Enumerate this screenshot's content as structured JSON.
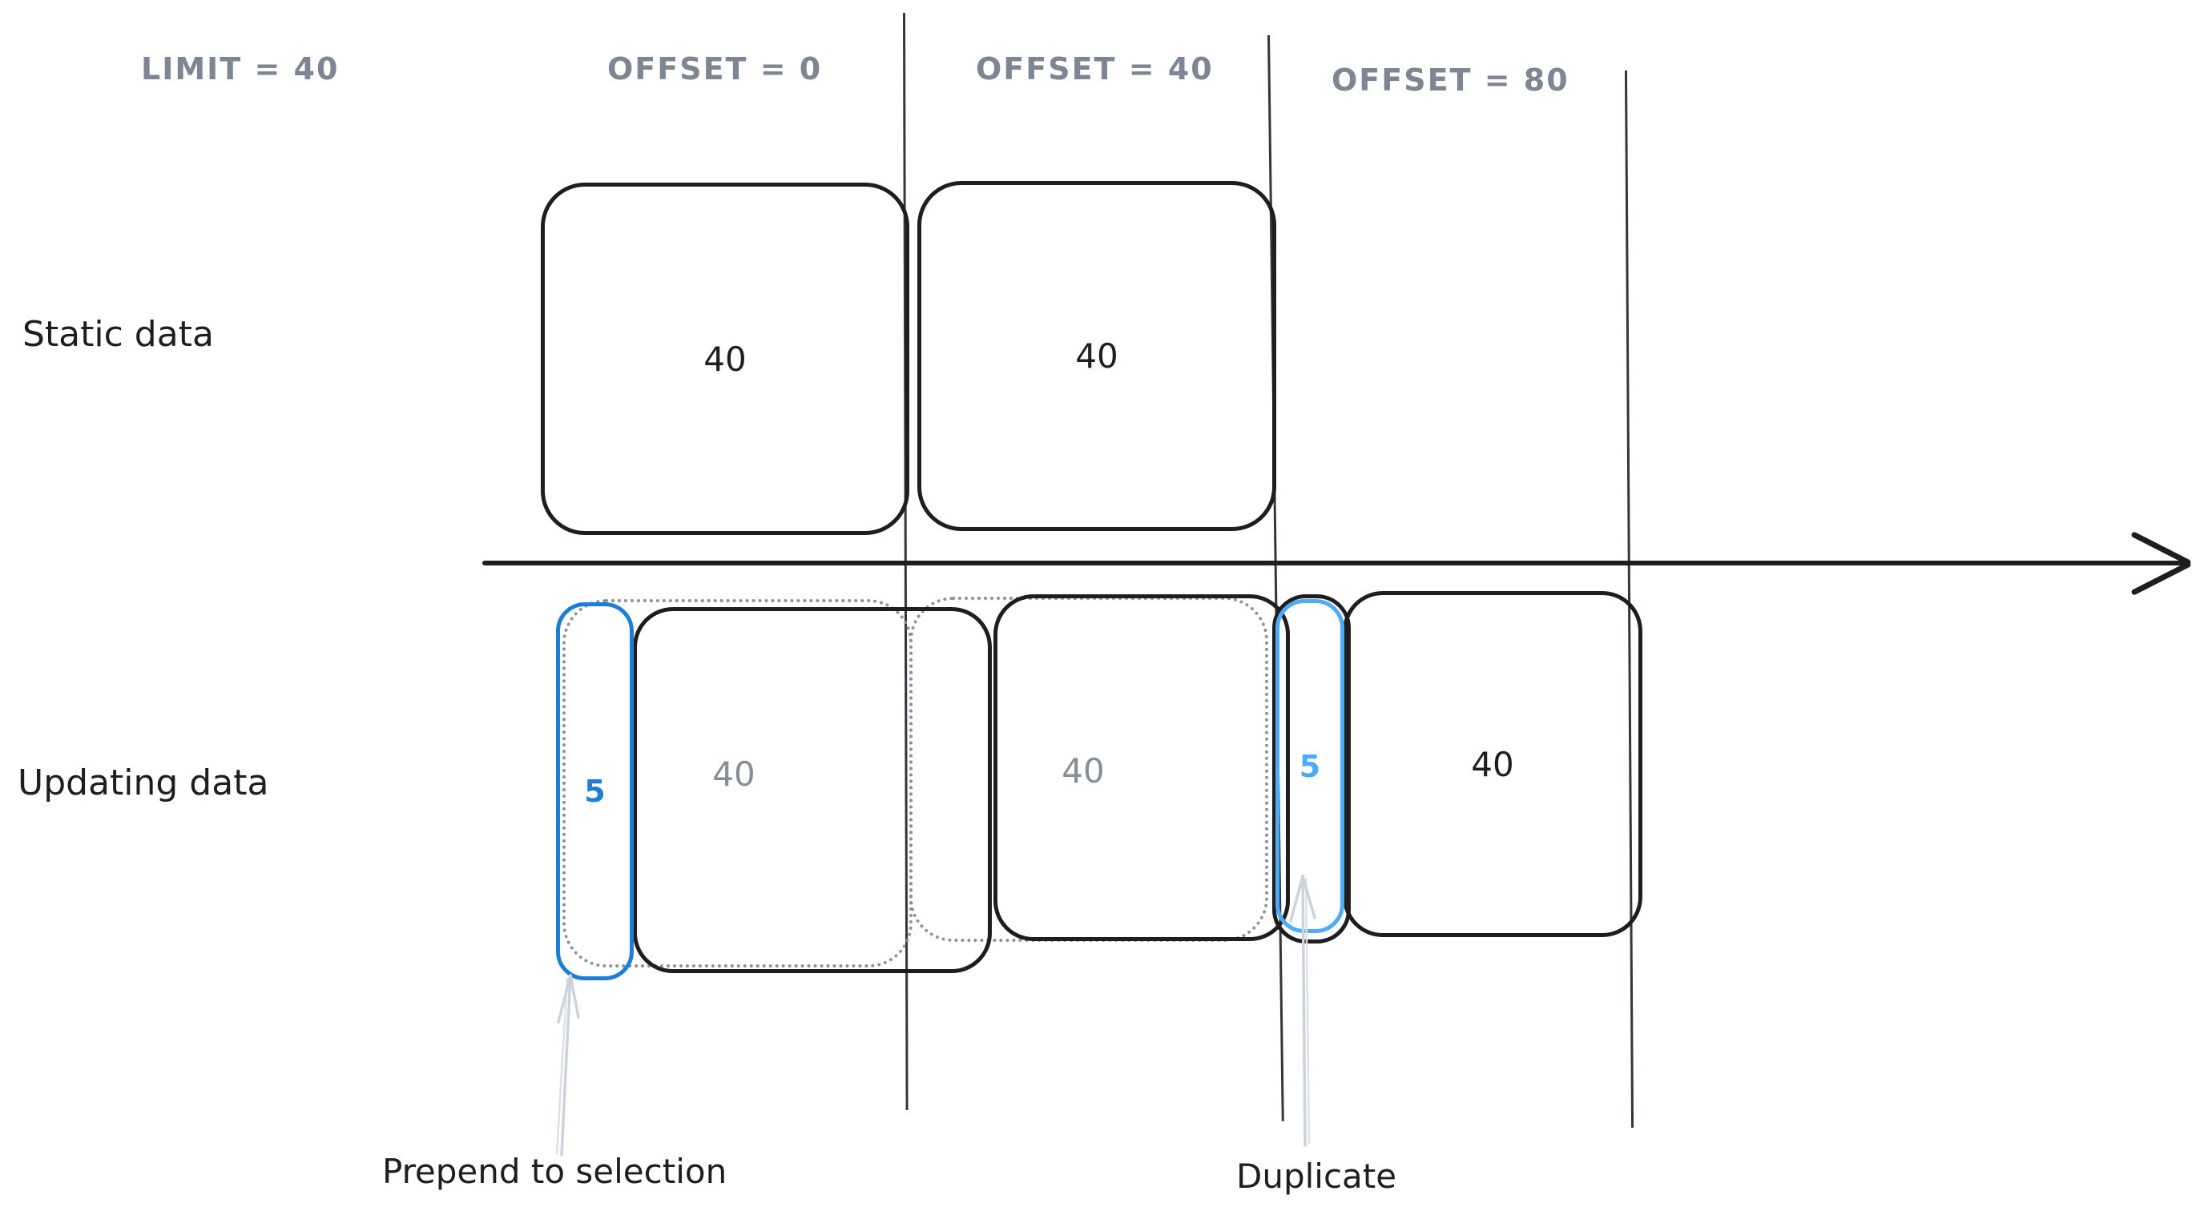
{
  "title_row": {
    "limit": "LIMIT = 40",
    "offsets": [
      {
        "label": "OFFSET = 0"
      },
      {
        "label": "OFFSET = 40"
      },
      {
        "label": "OFFSET = 80"
      }
    ]
  },
  "row_labels": {
    "static": "Static data",
    "updating": "Updating data"
  },
  "static_row": {
    "boxes": [
      {
        "value": "40"
      },
      {
        "value": "40"
      }
    ]
  },
  "updating_row": {
    "prepended": {
      "value": "5"
    },
    "boxes": [
      {
        "value": "40"
      },
      {
        "value": "40"
      },
      {
        "value": "40"
      }
    ],
    "duplicate": {
      "value": "5"
    }
  },
  "annotations": {
    "prepend": "Prepend to selection",
    "duplicate": "Duplicate"
  },
  "colors": {
    "stroke": "#1e1e1e",
    "muted_text": "#7d8692",
    "ghost_value_text": "#868e96",
    "ghost_outline": "#8b9299",
    "prepend_blue": "#1c7ed6",
    "duplicate_blue": "#4dabf7",
    "annotation_arrow": "#ccd3da",
    "background": "#ffffff"
  }
}
